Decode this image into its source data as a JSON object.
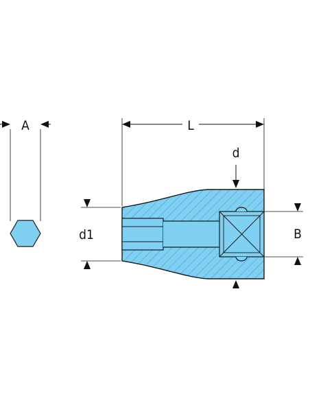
{
  "labels": {
    "A": "A",
    "L": "L",
    "d": "d",
    "d1": "d1",
    "B": "B"
  },
  "colors": {
    "fill": "#7fd0f2",
    "stroke": "#1a1a1a",
    "hatch": "#4a9fc8",
    "dimension": "#111111"
  }
}
